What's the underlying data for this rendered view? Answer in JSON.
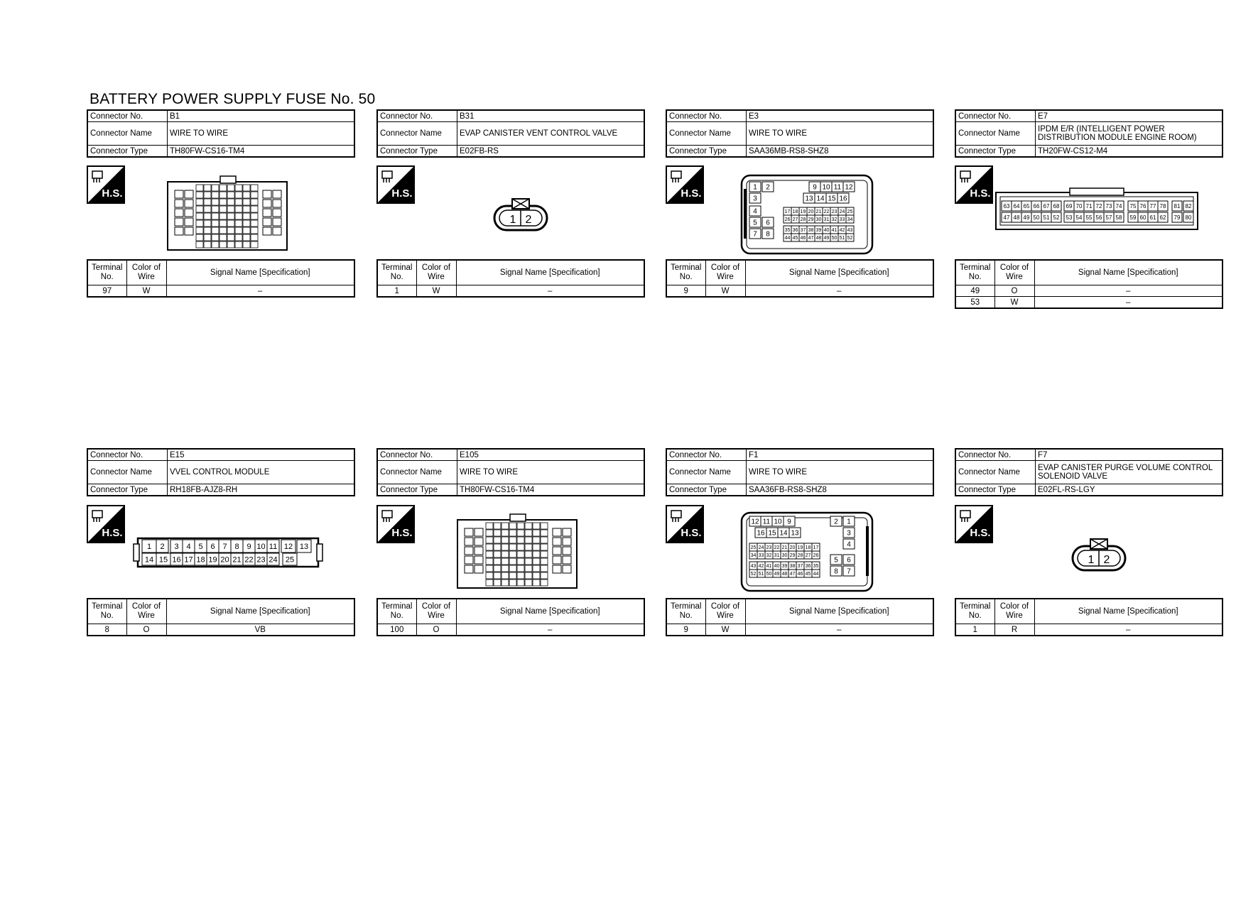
{
  "title": "BATTERY POWER SUPPLY FUSE No. 50",
  "labels": {
    "connector_no": "Connector No.",
    "connector_name": "Connector Name",
    "connector_type": "Connector Type",
    "terminal_no": "Terminal No.",
    "color_of_wire": "Color of Wire",
    "signal_name": "Signal Name [Specification]",
    "hs": "H.S."
  },
  "connectors": [
    {
      "no": "B1",
      "name": "WIRE TO WIRE",
      "type": "TH80FW-CS16-TM4",
      "terminals": [
        {
          "no": "97",
          "color": "W",
          "signal": "–"
        }
      ]
    },
    {
      "no": "B31",
      "name": "EVAP CANISTER VENT CONTROL VALVE",
      "type": "E02FB-RS",
      "terminals": [
        {
          "no": "1",
          "color": "W",
          "signal": "–"
        }
      ]
    },
    {
      "no": "E3",
      "name": "WIRE TO WIRE",
      "type": "SAA36MB-RS8-SHZ8",
      "terminals": [
        {
          "no": "9",
          "color": "W",
          "signal": "–"
        }
      ]
    },
    {
      "no": "E7",
      "name": "IPDM E/R (INTELLIGENT POWER DISTRIBUTION MODULE ENGINE ROOM)",
      "type": "TH20FW-CS12-M4",
      "terminals": [
        {
          "no": "49",
          "color": "O",
          "signal": "–"
        },
        {
          "no": "53",
          "color": "W",
          "signal": "–"
        }
      ]
    },
    {
      "no": "E15",
      "name": "VVEL CONTROL MODULE",
      "type": "RH18FB-AJZ8-RH",
      "terminals": [
        {
          "no": "8",
          "color": "O",
          "signal": "VB"
        }
      ]
    },
    {
      "no": "E105",
      "name": "WIRE TO WIRE",
      "type": "TH80FW-CS16-TM4",
      "terminals": [
        {
          "no": "100",
          "color": "O",
          "signal": "–"
        }
      ]
    },
    {
      "no": "F1",
      "name": "WIRE TO WIRE",
      "type": "SAA36FB-RS8-SHZ8",
      "terminals": [
        {
          "no": "9",
          "color": "W",
          "signal": "–"
        }
      ]
    },
    {
      "no": "F7",
      "name": "EVAP CANISTER PURGE VOLUME CONTROL SOLENOID VALVE",
      "type": "E02FL-RS-LGY",
      "terminals": [
        {
          "no": "1",
          "color": "R",
          "signal": "–"
        }
      ]
    }
  ],
  "pins": {
    "two_pin": [
      "1",
      "2"
    ],
    "e3_top": [
      "1",
      "2",
      "9",
      "10",
      "11",
      "12",
      "3",
      "13",
      "14",
      "15",
      "16",
      "4",
      "5",
      "6",
      "7",
      "8"
    ],
    "e3_small_rows": [
      [
        "17",
        "18",
        "19",
        "20",
        "21",
        "22",
        "23",
        "24",
        "25"
      ],
      [
        "26",
        "27",
        "28",
        "29",
        "30",
        "31",
        "32",
        "33",
        "34"
      ],
      [
        "35",
        "36",
        "37",
        "38",
        "39",
        "40",
        "41",
        "42",
        "43"
      ],
      [
        "44",
        "45",
        "46",
        "47",
        "48",
        "49",
        "50",
        "51",
        "52"
      ]
    ],
    "e7_rows": [
      [
        "63",
        "64",
        "65",
        "66",
        "67",
        "68",
        "69",
        "70",
        "71",
        "72",
        "73",
        "74",
        "75",
        "76",
        "77",
        "78",
        "81",
        "82"
      ],
      [
        "47",
        "48",
        "49",
        "50",
        "51",
        "52",
        "53",
        "54",
        "55",
        "56",
        "57",
        "58",
        "59",
        "60",
        "61",
        "62",
        "79",
        "80"
      ]
    ],
    "e15_rows": [
      [
        "1",
        "2",
        "3",
        "4",
        "5",
        "6",
        "7",
        "8",
        "9",
        "10",
        "11",
        "12",
        "13"
      ],
      [
        "14",
        "15",
        "16",
        "17",
        "18",
        "19",
        "20",
        "21",
        "22",
        "23",
        "24",
        "25"
      ]
    ],
    "f1_top": [
      "12",
      "11",
      "10",
      "9",
      "2",
      "1",
      "16",
      "15",
      "14",
      "13",
      "3",
      "4",
      "5",
      "6",
      "8",
      "7"
    ],
    "f1_small_rows": [
      [
        "25",
        "24",
        "23",
        "22",
        "21",
        "20",
        "19",
        "18",
        "17"
      ],
      [
        "34",
        "33",
        "32",
        "31",
        "30",
        "29",
        "28",
        "27",
        "26"
      ],
      [
        "43",
        "42",
        "41",
        "40",
        "39",
        "38",
        "37",
        "36",
        "35"
      ],
      [
        "52",
        "51",
        "50",
        "49",
        "48",
        "47",
        "46",
        "45",
        "44"
      ]
    ]
  }
}
